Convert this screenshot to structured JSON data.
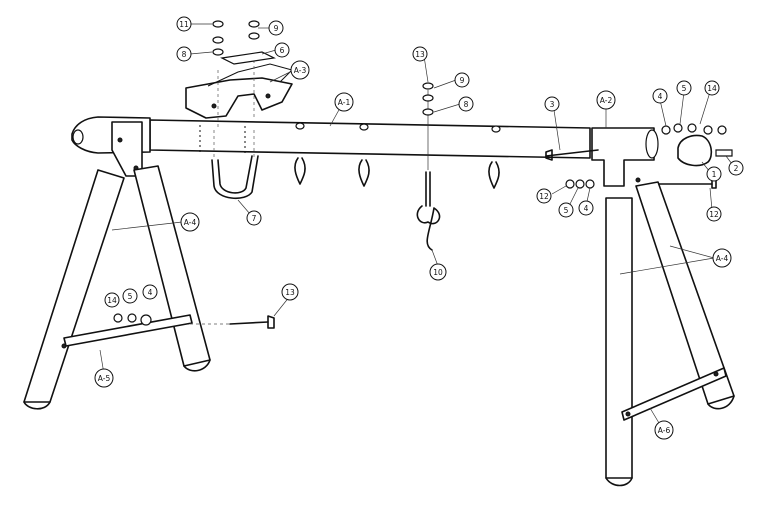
{
  "labels": {
    "a1_top": "A-1",
    "a2": "A-2",
    "a3": "A-3",
    "a4_left": "A-4",
    "a4_right": "A-4",
    "a5": "A-5",
    "a6": "A-6",
    "p1": "1",
    "p2": "2",
    "p3": "3",
    "p4_top": "4",
    "p4_mid": "4",
    "p4_left": "4",
    "p5_top": "5",
    "p5_mid": "5",
    "p5_left": "5",
    "p6": "6",
    "p7": "7",
    "p8_top": "8",
    "p8_mid": "8",
    "p9_top": "9",
    "p9_mid": "9",
    "p10": "10",
    "p11": "11",
    "p12_mid": "12",
    "p12_right": "12",
    "p13": "13",
    "p14_top": "14",
    "p14_left": "14"
  }
}
